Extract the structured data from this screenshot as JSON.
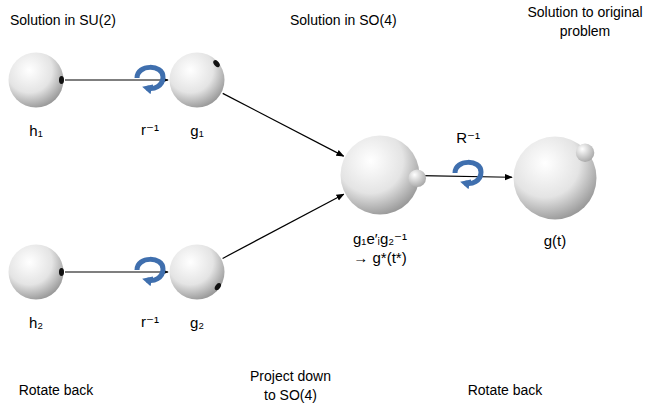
{
  "diagram": {
    "nodes": [
      {
        "text": [
          "h₁"
        ]
      },
      {
        "text": [
          "g₁"
        ]
      },
      {
        "text": [
          "h₂"
        ]
      },
      {
        "text": [
          "g₂"
        ]
      },
      {
        "text": [
          "g₁e′ᵢg₂⁻¹",
          "→ g*(t*)"
        ]
      },
      {
        "text": [
          "g(t)"
        ]
      }
    ],
    "edges": [
      {
        "from": 0,
        "to": 1,
        "label": "r⁻¹",
        "arrow": "to"
      },
      {
        "from": 2,
        "to": 3,
        "label": "r⁻¹",
        "arrow": "to"
      },
      {
        "from": 1,
        "to": 4,
        "arrow": "to"
      },
      {
        "from": 3,
        "to": 4,
        "arrow": "to"
      },
      {
        "from": 4,
        "to": 5,
        "label": "R⁻¹",
        "arrow": "to"
      }
    ],
    "labels": [
      "Solution in SU(2)",
      "Solution in SO(4)",
      "Solution to original problem",
      "Rotate back",
      "Project down to SO(4)",
      "Rotate back"
    ]
  }
}
